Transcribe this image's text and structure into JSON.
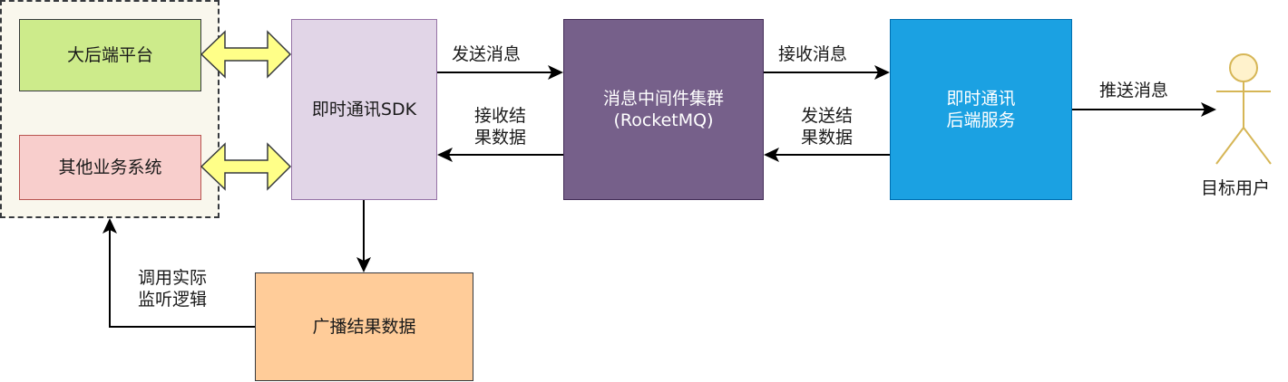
{
  "colors": {
    "group_fill": "#f9f7ed",
    "platform_fill": "#cdeb8b",
    "other_fill": "#f8cecc",
    "other_border": "#b85450",
    "sdk_fill": "#e1d5e7",
    "sdk_border": "#9673a6",
    "mq_fill": "#76608a",
    "mq_border": "#432d57",
    "backend_fill": "#1ba1e2",
    "backend_border": "#006eaf",
    "broadcast_fill": "#ffcc99",
    "bidirectional_arrow_fill": "#ffff88",
    "actor_stroke": "#d6b656",
    "actor_fill": "#fff2cc"
  },
  "nodes": {
    "platform": "大后端平台",
    "other_systems": "其他业务系统",
    "sdk": "即时通讯SDK",
    "mq": {
      "line1": "消息中间件集群",
      "line2": "(RocketMQ)"
    },
    "backend": {
      "line1": "即时通讯",
      "line2": "后端服务"
    },
    "broadcast": "广播结果数据",
    "actor": "目标用户"
  },
  "edges": {
    "sdk_to_mq": "发送消息",
    "mq_to_sdk": {
      "line1": "接收结",
      "line2": "果数据"
    },
    "mq_to_backend": "接收消息",
    "backend_to_mq": {
      "line1": "发送结",
      "line2": "果数据"
    },
    "backend_to_actor": "推送消息",
    "broadcast_to_group": {
      "line1": "调用实际",
      "line2": "监听逻辑"
    }
  }
}
